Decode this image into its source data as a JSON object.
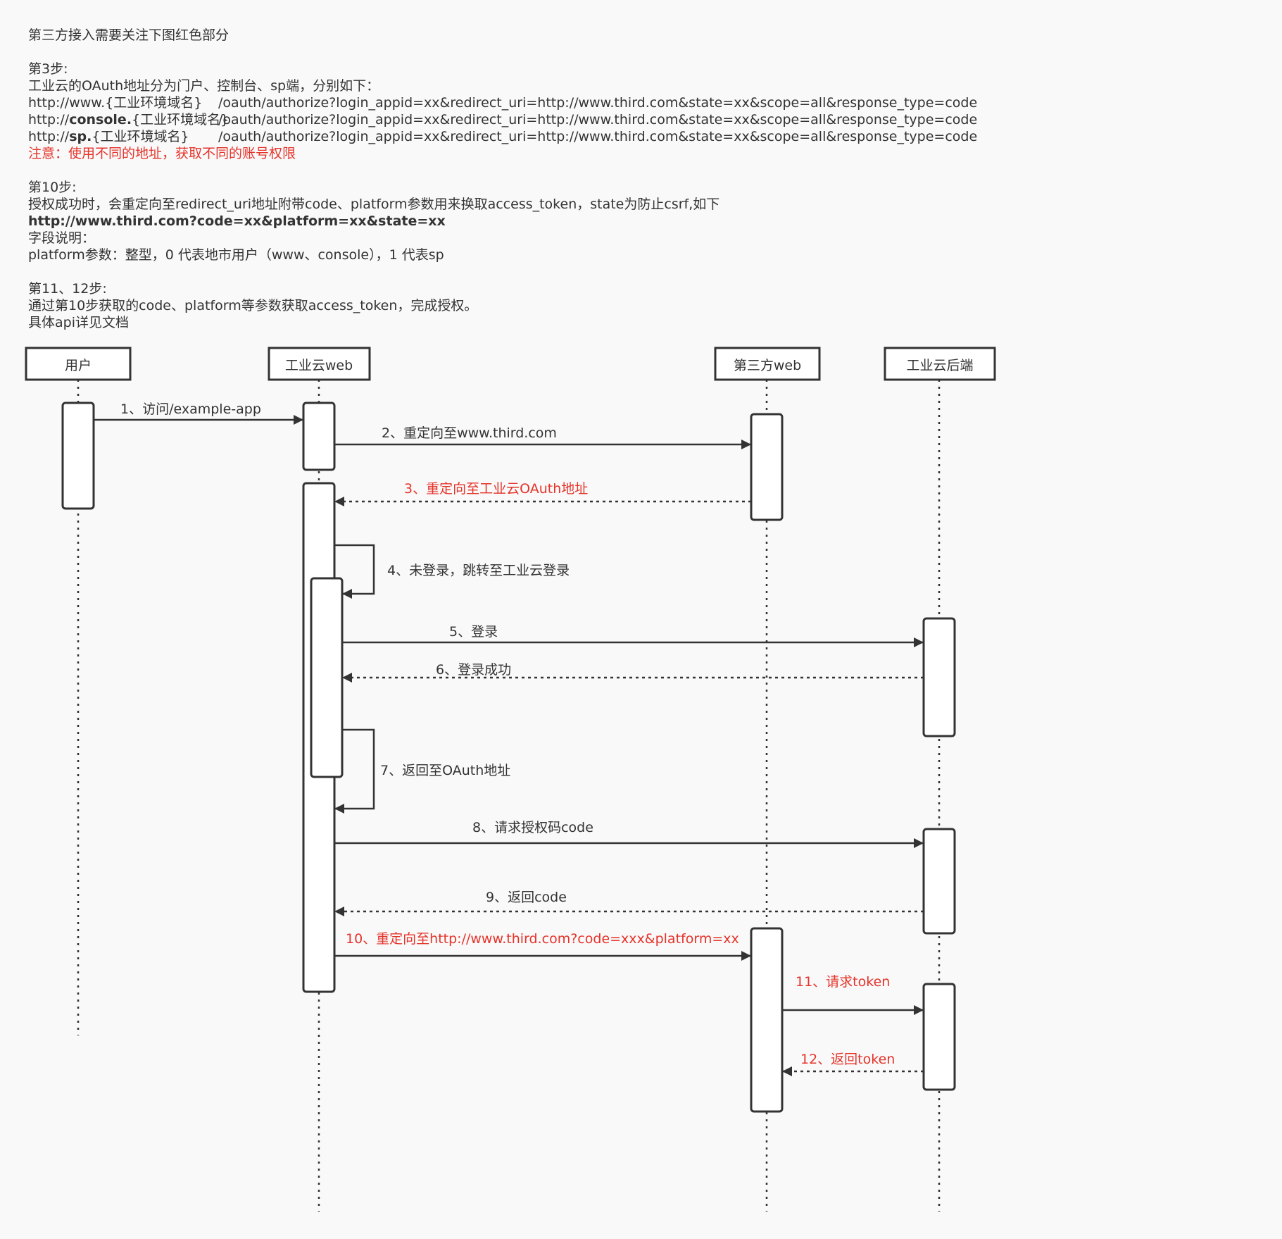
{
  "doc": {
    "intro": "第三方接入需要关注下图红色部分",
    "step3": {
      "heading": "第3步:",
      "desc": "工业云的OAuth地址分为门户、控制台、sp端，分别如下：",
      "urls": [
        {
          "prefix": "http://www.",
          "bold": "",
          "domain": "{工业环境域名}",
          "path": "/oauth/authorize?login_appid=xx&redirect_uri=http://www.third.com&state=xx&scope=all&response_type=code"
        },
        {
          "prefix": "http://",
          "bold": "console.",
          "domain": "{工业环境域名}",
          "path": "/oauth/authorize?login_appid=xx&redirect_uri=http://www.third.com&state=xx&scope=all&response_type=code"
        },
        {
          "prefix": "http://",
          "bold": "sp.",
          "domain": "{工业环境域名}",
          "path": "/oauth/authorize?login_appid=xx&redirect_uri=http://www.third.com&state=xx&scope=all&response_type=code"
        }
      ],
      "note": "注意：使用不同的地址，获取不同的账号权限"
    },
    "step10": {
      "heading": "第10步:",
      "desc": "授权成功时，会重定向至redirect_uri地址附带code、platform参数用来换取access_token，state为防止csrf,如下",
      "example": "http://www.third.com?code=xx&platform=xx&state=xx",
      "field_title": "字段说明：",
      "field_desc": "platform参数：整型，0 代表地市用户（www、console），1 代表sp"
    },
    "step11": {
      "heading": "第11、12步:",
      "desc": "通过第10步获取的code、platform等参数获取access_token，完成授权。",
      "more": "具体api详见文档"
    }
  },
  "colors": {
    "line": "#333333",
    "red": "#e5332a",
    "text": "#333333",
    "background": "#f9f9f9"
  },
  "participants": [
    "用户",
    "工业云web",
    "第三方web",
    "工业云后端"
  ],
  "messages": [
    {
      "label": "1、访问/example-app",
      "red": false
    },
    {
      "label": "2、重定向至www.third.com",
      "red": false
    },
    {
      "label": "3、重定向至工业云OAuth地址",
      "red": true
    },
    {
      "label": "4、未登录，跳转至工业云登录",
      "red": false
    },
    {
      "label": "5、登录",
      "red": false
    },
    {
      "label": "6、登录成功",
      "red": false
    },
    {
      "label": "7、返回至OAuth地址",
      "red": false
    },
    {
      "label": "8、请求授权码code",
      "red": false
    },
    {
      "label": "9、返回code",
      "red": false
    },
    {
      "label": "10、重定向至http://www.third.com?code=xxx&platform=xx",
      "red": true
    },
    {
      "label": "11、请求token",
      "red": true
    },
    {
      "label": "12、返回token",
      "red": true
    }
  ]
}
